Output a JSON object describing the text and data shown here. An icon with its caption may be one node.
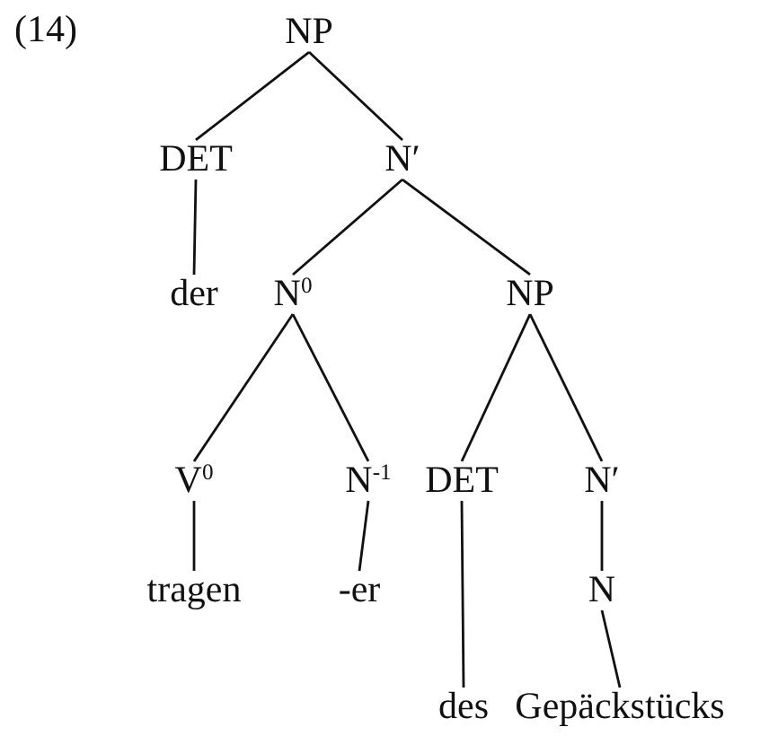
{
  "diagram": {
    "nodes": [
      {
        "text": [
          "NP"
        ]
      },
      {
        "text": [
          "DET"
        ]
      },
      {
        "text": [
          "N′"
        ]
      },
      {
        "text": [
          "der"
        ]
      },
      {
        "text": [
          "N$^{0}$"
        ]
      },
      {
        "text": [
          "NP"
        ]
      },
      {
        "text": [
          "V$^{0}$"
        ]
      },
      {
        "text": [
          "N$^{-1}$"
        ]
      },
      {
        "text": [
          "DET"
        ]
      },
      {
        "text": [
          "N′"
        ]
      },
      {
        "text": [
          "tragen"
        ]
      },
      {
        "text": [
          "-er"
        ]
      },
      {
        "text": [
          "N"
        ]
      },
      {
        "text": [
          "des"
        ]
      },
      {
        "text": [
          "Gepäckstücks"
        ]
      }
    ],
    "edges": [
      {
        "from": 0,
        "to": 1,
        "arrow": "none"
      },
      {
        "from": 0,
        "to": 2,
        "arrow": "none"
      },
      {
        "from": 1,
        "to": 3,
        "arrow": "none"
      },
      {
        "from": 2,
        "to": 4,
        "arrow": "none"
      },
      {
        "from": 2,
        "to": 5,
        "arrow": "none"
      },
      {
        "from": 4,
        "to": 6,
        "arrow": "none"
      },
      {
        "from": 4,
        "to": 7,
        "arrow": "none"
      },
      {
        "from": 5,
        "to": 8,
        "arrow": "none"
      },
      {
        "from": 5,
        "to": 9,
        "arrow": "none"
      },
      {
        "from": 6,
        "to": 10,
        "arrow": "none"
      },
      {
        "from": 7,
        "to": 11,
        "arrow": "none"
      },
      {
        "from": 9,
        "to": 12,
        "arrow": "none"
      },
      {
        "from": 8,
        "to": 13,
        "arrow": "none"
      },
      {
        "from": 12,
        "to": 14,
        "arrow": "none"
      }
    ],
    "labels": [
      "(14)"
    ]
  }
}
